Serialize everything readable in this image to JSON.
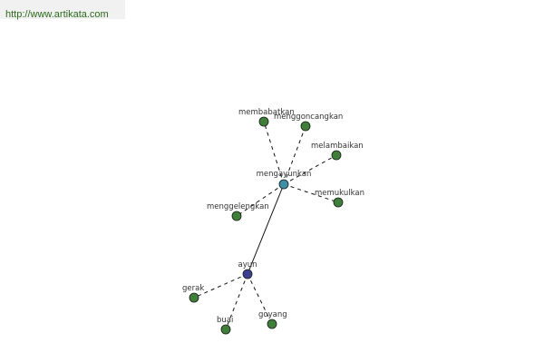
{
  "url": "http://www.artikata.com",
  "colors": {
    "leaf": "#3f7f3a",
    "hub": "#3f8fa6",
    "root": "#3b3f8f",
    "edge": "#111111"
  },
  "nodes": [
    {
      "id": "ayun",
      "label": "ayun",
      "kind": "root"
    },
    {
      "id": "mengayunkan",
      "label": "mengayunkan",
      "kind": "hub"
    },
    {
      "id": "membabatkan",
      "label": "membabatkan",
      "kind": "leaf"
    },
    {
      "id": "menggoncangkan",
      "label": "menggoncangkan",
      "kind": "leaf"
    },
    {
      "id": "melambaikan",
      "label": "melambaikan",
      "kind": "leaf"
    },
    {
      "id": "memukulkan",
      "label": "memukulkan",
      "kind": "leaf"
    },
    {
      "id": "menggelengkan",
      "label": "menggelengkan",
      "kind": "leaf"
    },
    {
      "id": "gerak",
      "label": "gerak",
      "kind": "leaf"
    },
    {
      "id": "buai",
      "label": "buai",
      "kind": "leaf"
    },
    {
      "id": "goyang",
      "label": "goyang",
      "kind": "leaf"
    }
  ],
  "edges": [
    {
      "from": "ayun",
      "to": "mengayunkan",
      "style": "solid"
    },
    {
      "from": "mengayunkan",
      "to": "membabatkan",
      "style": "dashed"
    },
    {
      "from": "mengayunkan",
      "to": "menggoncangkan",
      "style": "dashed"
    },
    {
      "from": "mengayunkan",
      "to": "melambaikan",
      "style": "dashed"
    },
    {
      "from": "mengayunkan",
      "to": "memukulkan",
      "style": "dashed"
    },
    {
      "from": "mengayunkan",
      "to": "menggelengkan",
      "style": "dashed"
    },
    {
      "from": "ayun",
      "to": "gerak",
      "style": "dashed"
    },
    {
      "from": "ayun",
      "to": "buai",
      "style": "dashed"
    },
    {
      "from": "ayun",
      "to": "goyang",
      "style": "dashed"
    }
  ]
}
